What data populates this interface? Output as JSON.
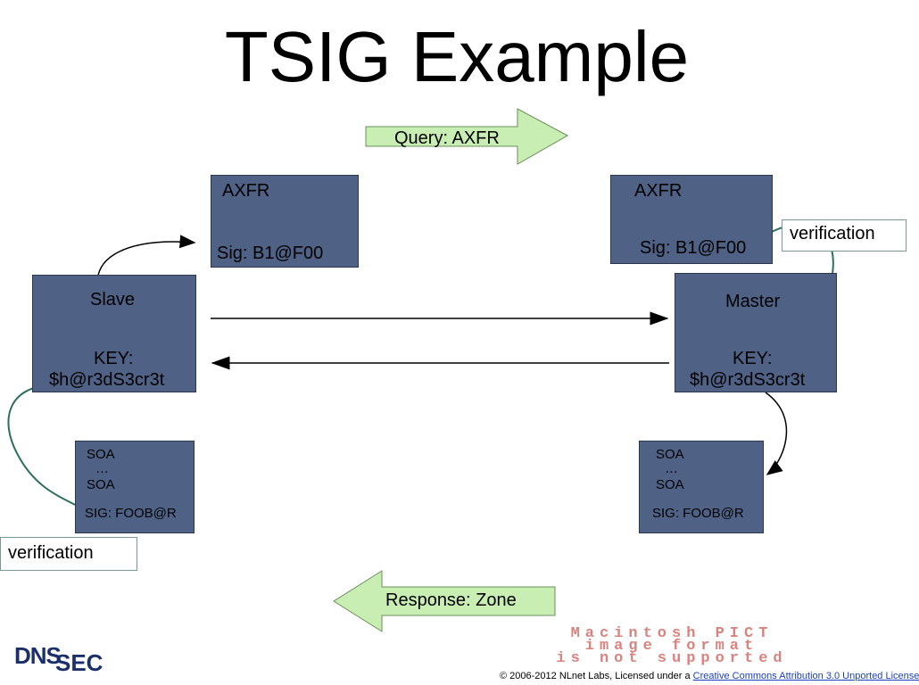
{
  "slide": {
    "title": "TSIG Example",
    "query_arrow": "Query: AXFR",
    "response_arrow": "Response: Zone",
    "left_axfr": {
      "line1": "AXFR",
      "line2": "Sig: B1@F00"
    },
    "right_axfr": {
      "line1": "AXFR",
      "line2": "Sig: B1@F00"
    },
    "slave": {
      "name": "Slave",
      "key_label": "KEY:",
      "key_value": "$h@r3dS3cr3t"
    },
    "master": {
      "name": "Master",
      "key_label": "KEY:",
      "key_value": "$h@r3dS3cr3t"
    },
    "left_zone": {
      "soa1": "SOA",
      "dots": "…",
      "soa2": "SOA",
      "sig": "SIG: FOOB@R"
    },
    "right_zone": {
      "soa1": "SOA",
      "dots": "…",
      "soa2": "SOA",
      "sig": "SIG: FOOB@R"
    },
    "verification_right": "verification",
    "verification_left": "verification"
  },
  "branding": {
    "logo_part1": "DNS",
    "logo_part2": "SEC",
    "pict_line1": "Macintosh PICT",
    "pict_line2": "image format",
    "pict_line3": "is not supported",
    "footer_text": "© 2006-2012 NLnet Labs, Licensed under a ",
    "footer_link": "Creative Commons Attribution 3.0 Unported License"
  },
  "colors": {
    "box_fill": "#4f6285",
    "arrow_fill": "#c9eeb4",
    "connector": "#2f6f5e",
    "pict_text": "#d9837f"
  }
}
